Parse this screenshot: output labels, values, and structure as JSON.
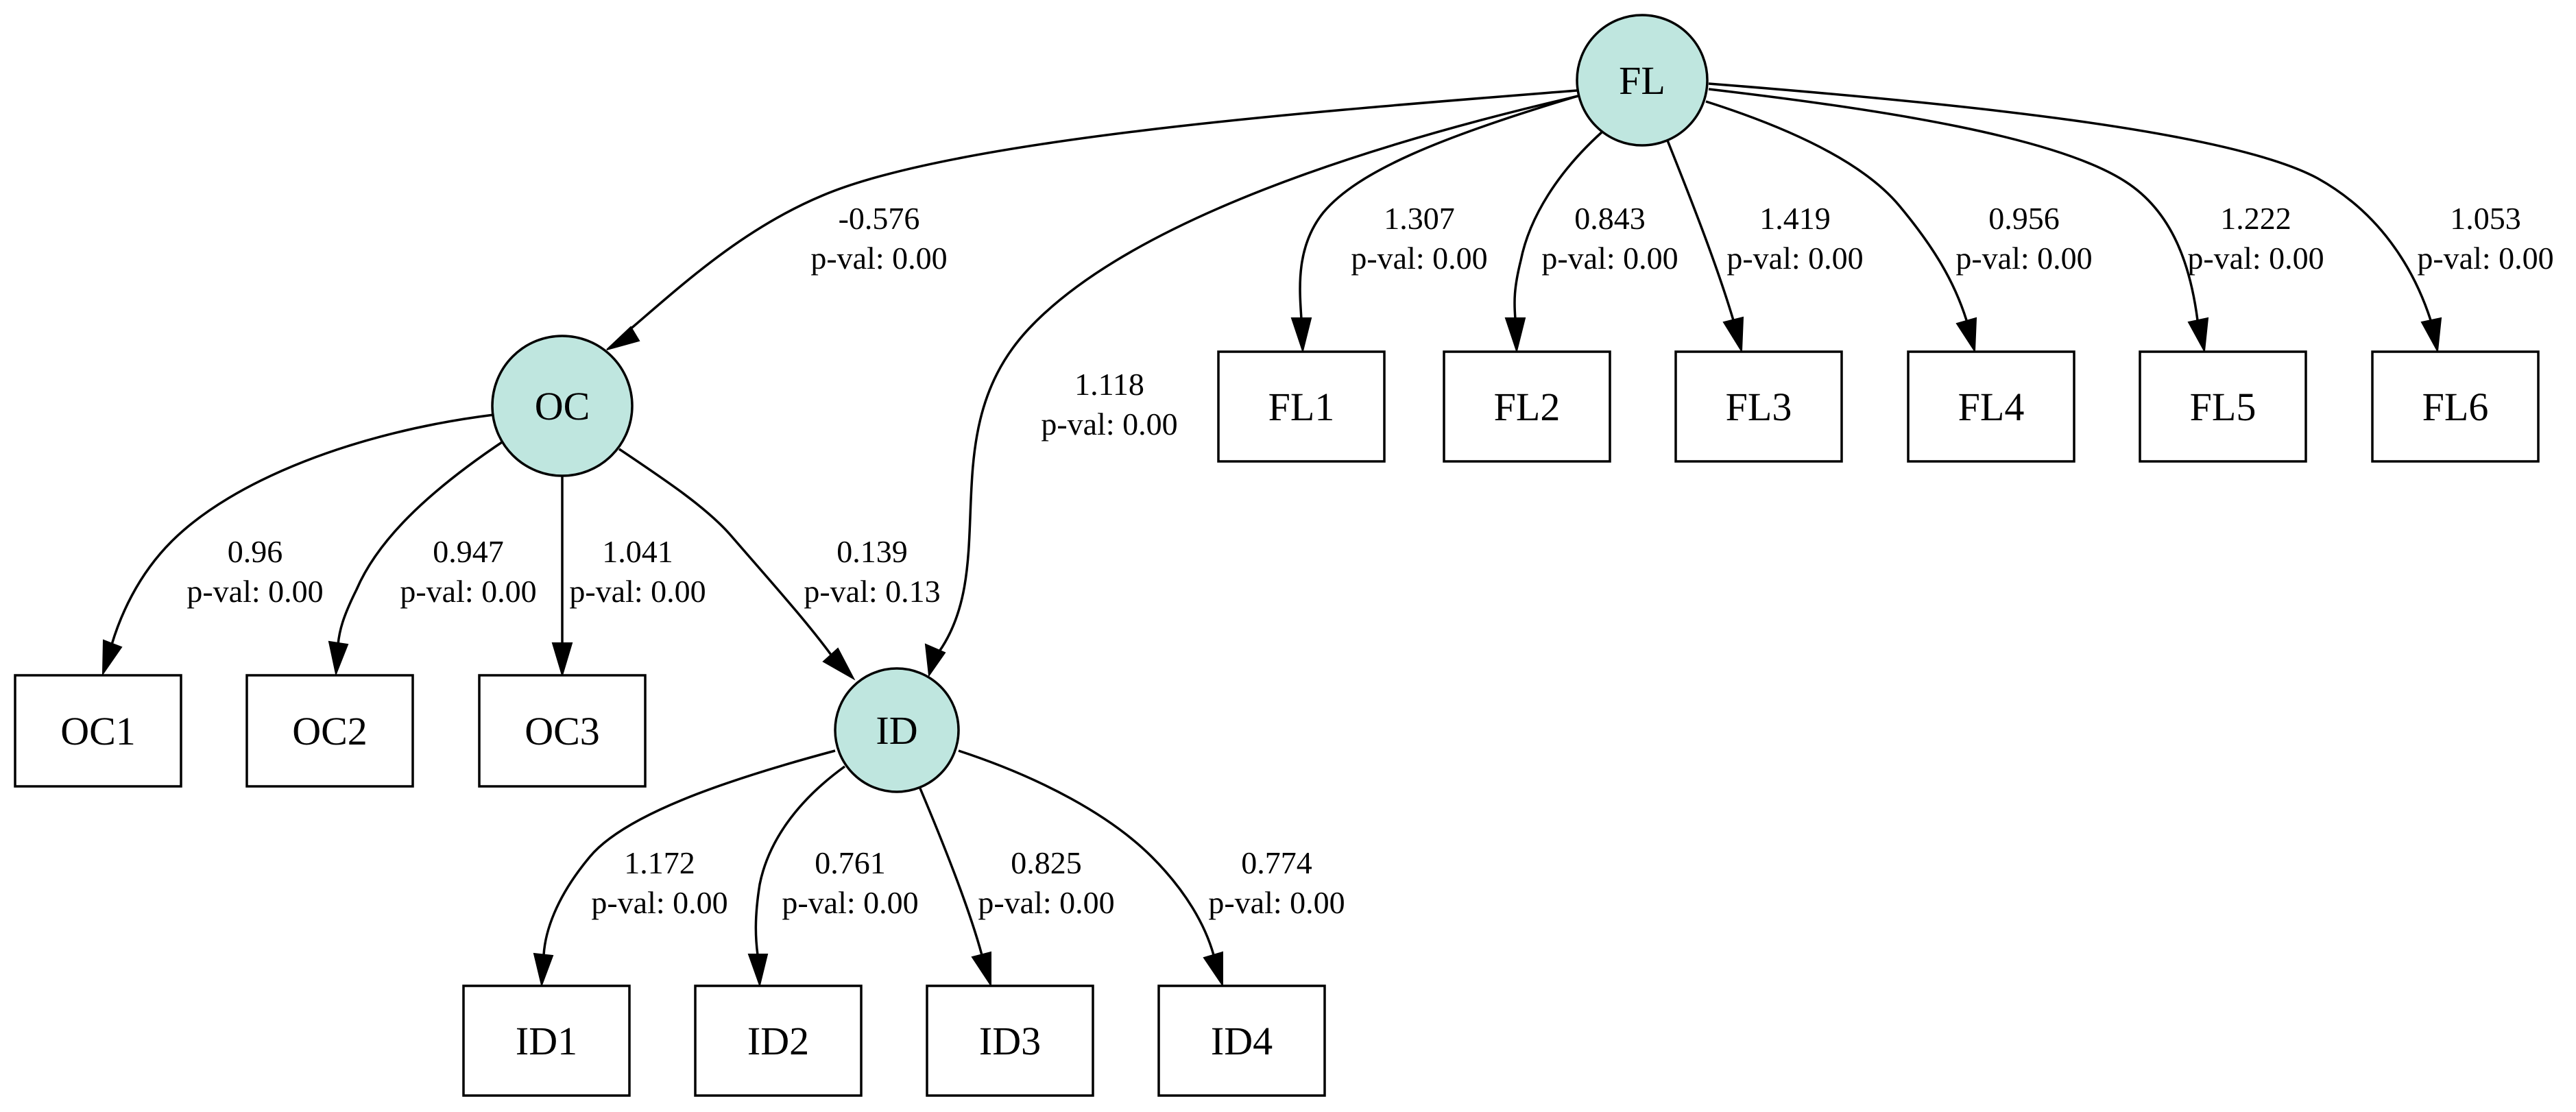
{
  "colors": {
    "latent_fill": "#bfe6df",
    "stroke": "#000000",
    "background": "#ffffff"
  },
  "nodes": {
    "FL": {
      "label": "FL",
      "kind": "latent"
    },
    "OC": {
      "label": "OC",
      "kind": "latent"
    },
    "ID": {
      "label": "ID",
      "kind": "latent"
    },
    "OC1": {
      "label": "OC1",
      "kind": "observed"
    },
    "OC2": {
      "label": "OC2",
      "kind": "observed"
    },
    "OC3": {
      "label": "OC3",
      "kind": "observed"
    },
    "ID1": {
      "label": "ID1",
      "kind": "observed"
    },
    "ID2": {
      "label": "ID2",
      "kind": "observed"
    },
    "ID3": {
      "label": "ID3",
      "kind": "observed"
    },
    "ID4": {
      "label": "ID4",
      "kind": "observed"
    },
    "FL1": {
      "label": "FL1",
      "kind": "observed"
    },
    "FL2": {
      "label": "FL2",
      "kind": "observed"
    },
    "FL3": {
      "label": "FL3",
      "kind": "observed"
    },
    "FL4": {
      "label": "FL4",
      "kind": "observed"
    },
    "FL5": {
      "label": "FL5",
      "kind": "observed"
    },
    "FL6": {
      "label": "FL6",
      "kind": "observed"
    }
  },
  "edges": {
    "FL_OC": {
      "from": "FL",
      "to": "OC",
      "estimate": "-0.576",
      "pval": "p-val: 0.00"
    },
    "FL_ID": {
      "from": "FL",
      "to": "ID",
      "estimate": "1.118",
      "pval": "p-val: 0.00"
    },
    "FL_FL1": {
      "from": "FL",
      "to": "FL1",
      "estimate": "1.307",
      "pval": "p-val: 0.00"
    },
    "FL_FL2": {
      "from": "FL",
      "to": "FL2",
      "estimate": "0.843",
      "pval": "p-val: 0.00"
    },
    "FL_FL3": {
      "from": "FL",
      "to": "FL3",
      "estimate": "1.419",
      "pval": "p-val: 0.00"
    },
    "FL_FL4": {
      "from": "FL",
      "to": "FL4",
      "estimate": "0.956",
      "pval": "p-val: 0.00"
    },
    "FL_FL5": {
      "from": "FL",
      "to": "FL5",
      "estimate": "1.222",
      "pval": "p-val: 0.00"
    },
    "FL_FL6": {
      "from": "FL",
      "to": "FL6",
      "estimate": "1.053",
      "pval": "p-val: 0.00"
    },
    "OC_OC1": {
      "from": "OC",
      "to": "OC1",
      "estimate": "0.96",
      "pval": "p-val: 0.00"
    },
    "OC_OC2": {
      "from": "OC",
      "to": "OC2",
      "estimate": "0.947",
      "pval": "p-val: 0.00"
    },
    "OC_OC3": {
      "from": "OC",
      "to": "OC3",
      "estimate": "1.041",
      "pval": "p-val: 0.00"
    },
    "OC_ID": {
      "from": "OC",
      "to": "ID",
      "estimate": "0.139",
      "pval": "p-val: 0.13"
    },
    "ID_ID1": {
      "from": "ID",
      "to": "ID1",
      "estimate": "1.172",
      "pval": "p-val: 0.00"
    },
    "ID_ID2": {
      "from": "ID",
      "to": "ID2",
      "estimate": "0.761",
      "pval": "p-val: 0.00"
    },
    "ID_ID3": {
      "from": "ID",
      "to": "ID3",
      "estimate": "0.825",
      "pval": "p-val: 0.00"
    },
    "ID_ID4": {
      "from": "ID",
      "to": "ID4",
      "estimate": "0.774",
      "pval": "p-val: 0.00"
    }
  }
}
